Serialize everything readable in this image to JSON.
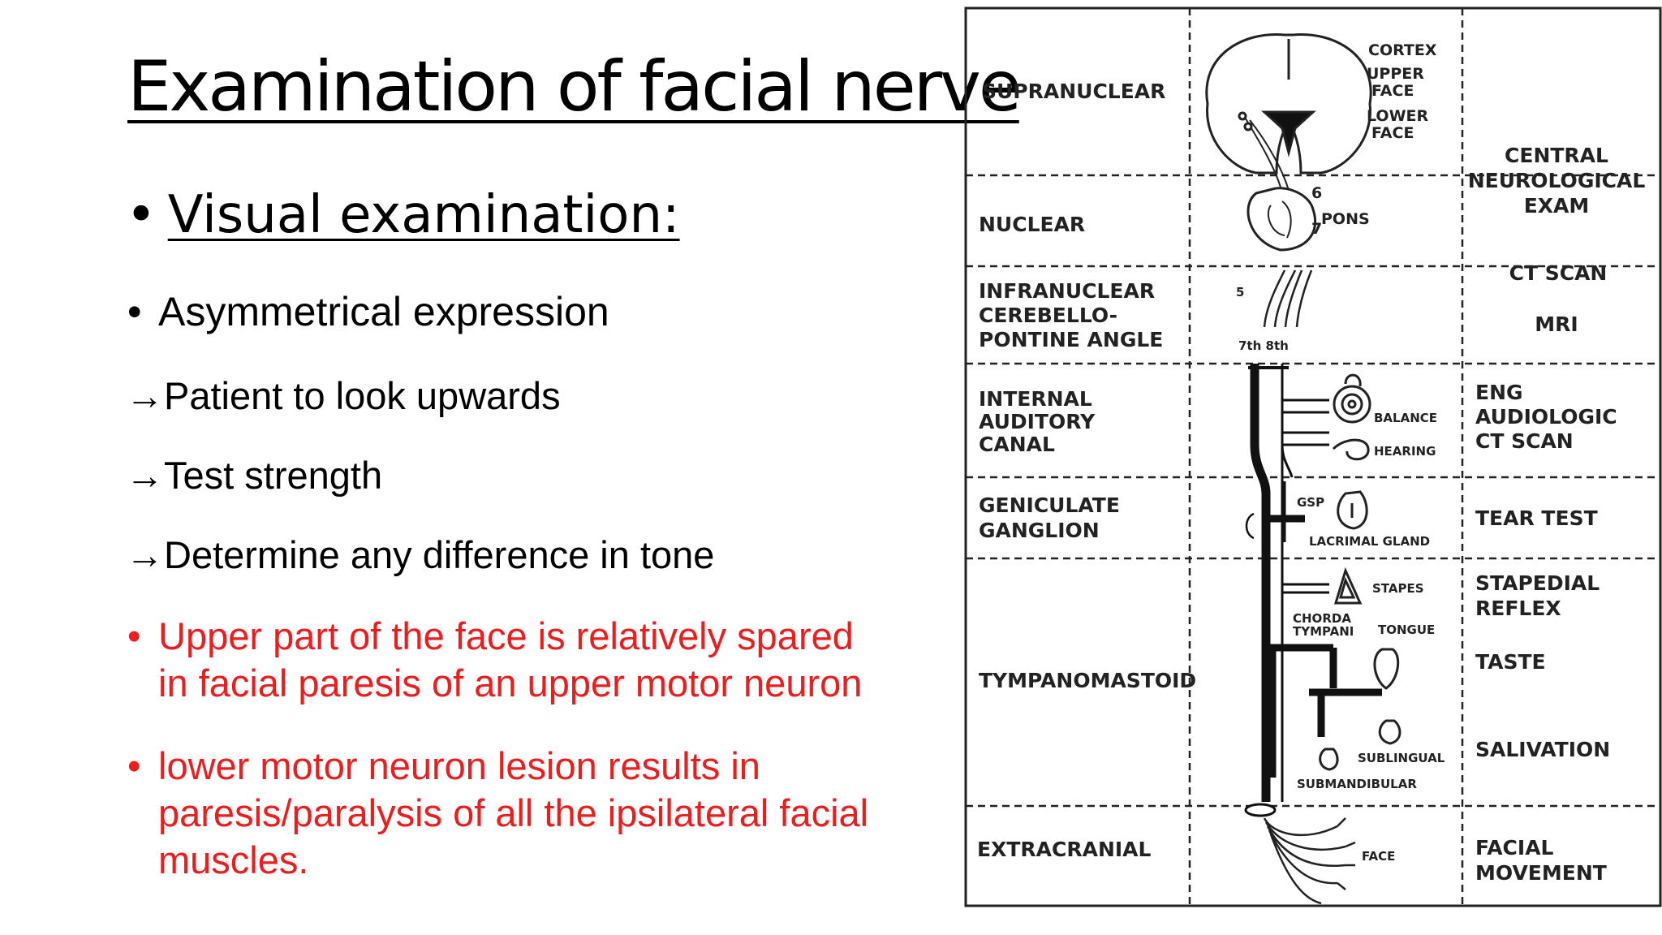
{
  "slide": {
    "title": "Examination of facial nerve",
    "heading_bullet": "•",
    "heading": "Visual examination:",
    "bullet_symbol": "•",
    "arrow_symbol": "→",
    "items": [
      "Asymmetrical expression",
      "Patient to look upwards",
      "Test strength",
      "Determine any difference in tone"
    ],
    "red_bullets": [
      [
        "Upper part of the face is relatively spared",
        "in facial paresis of an upper motor neuron"
      ],
      [
        "lower motor neuron lesion results in",
        "paresis/paralysis of all the ipsilateral facial",
        "muscles."
      ]
    ],
    "red_color": "#ee1c1c"
  },
  "diagram": {
    "levels": [
      [
        "SUPRANUCLEAR"
      ],
      [
        "NUCLEAR"
      ],
      [
        "INFRANUCLEAR",
        "CEREBELLO-",
        "PONTINE ANGLE"
      ],
      [
        "INTERNAL",
        "AUDITORY",
        "CANAL"
      ],
      [
        "GENICULATE",
        "GANGLION"
      ],
      [
        "TYMPANOMASTOID"
      ],
      [
        "EXTRACRANIAL"
      ]
    ],
    "tests": {
      "central": [
        "CENTRAL",
        "NEUROLOGICAL",
        "EXAM"
      ],
      "ct_scan": "CT SCAN",
      "mri": "MRI",
      "iac": [
        "ENG",
        "AUDIOLOGIC",
        "CT SCAN"
      ],
      "tear": "TEAR TEST",
      "stapedial": [
        "STAPEDIAL",
        "REFLEX"
      ],
      "taste": "TASTE",
      "salivation": "SALIVATION",
      "facial_movement": [
        "FACIAL",
        "MOVEMENT"
      ]
    },
    "anatomy": {
      "cortex": "CORTEX",
      "upper_face": [
        "UPPER",
        "FACE"
      ],
      "lower_face": [
        "LOWER",
        "FACE"
      ],
      "pons": "PONS",
      "n6": "6",
      "n7": "7",
      "n5": "5",
      "nerves": "7th  8th",
      "balance": "BALANCE",
      "hearing": "HEARING",
      "gsp": "GSP",
      "lacrimal": "LACRIMAL GLAND",
      "stapes": "STAPES",
      "chorda": [
        "CHORDA",
        "TYMPANI"
      ],
      "tongue": "TONGUE",
      "sublingual": "SUBLINGUAL",
      "submandibular": "SUBMANDIBULAR",
      "face": "FACE"
    }
  }
}
